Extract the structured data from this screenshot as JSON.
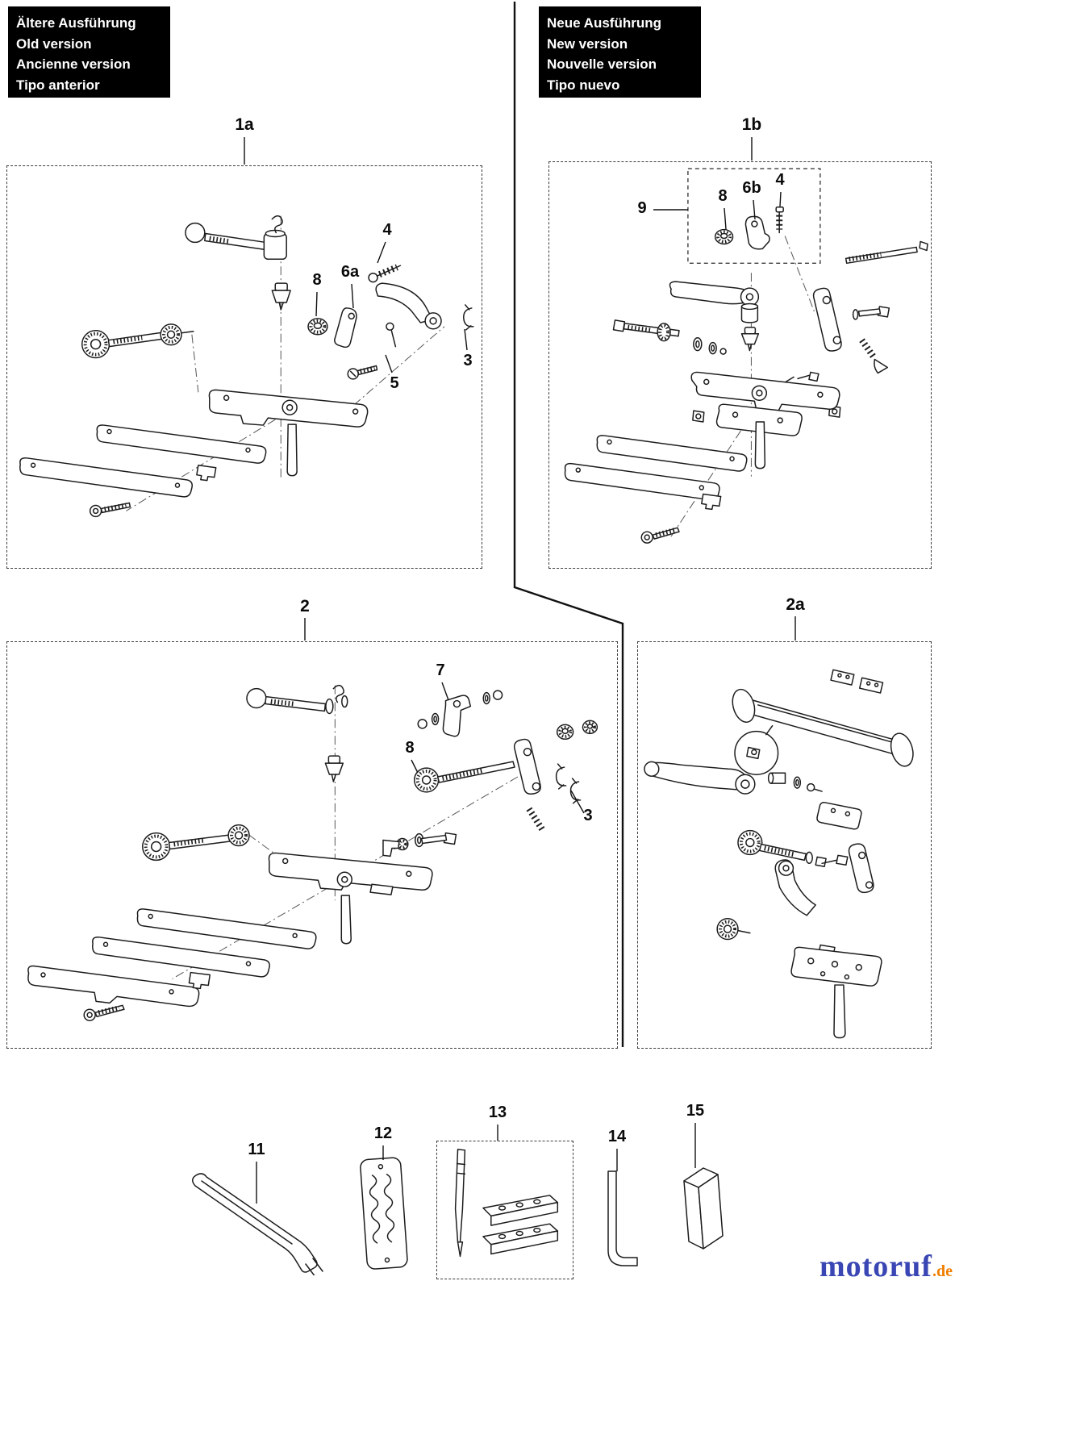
{
  "headers": {
    "old": {
      "lines": [
        "Ältere Ausführung",
        "Old version",
        "Ancienne version",
        "Tipo anterior"
      ]
    },
    "new": {
      "lines": [
        "Neue Ausführung",
        "New version",
        "Nouvelle version",
        "Tipo nuevo"
      ]
    }
  },
  "assemblies": {
    "a1a": {
      "title": "1a",
      "parts": {
        "p4": "4",
        "p8": "8",
        "p6a": "6a",
        "p5": "5",
        "p3": "3"
      }
    },
    "a1b": {
      "title": "1b",
      "parts": {
        "p9": "9",
        "p8": "8",
        "p6b": "6b",
        "p4": "4"
      }
    },
    "a2": {
      "title": "2",
      "parts": {
        "p7": "7",
        "p8": "8",
        "p3": "3"
      }
    },
    "a2a": {
      "title": "2a",
      "parts": {}
    }
  },
  "tools": {
    "t11": {
      "label": "11"
    },
    "t12": {
      "label": "12"
    },
    "t13": {
      "label": "13"
    },
    "t14": {
      "label": "14"
    },
    "t15": {
      "label": "15"
    }
  },
  "watermark": {
    "name": "motoruf",
    "tld": ".de",
    "name_color": "#3946b3",
    "tld_color": "#f07d00"
  },
  "colors": {
    "line": "#1c1c1c",
    "header_bg": "#000000",
    "header_text": "#ffffff"
  }
}
